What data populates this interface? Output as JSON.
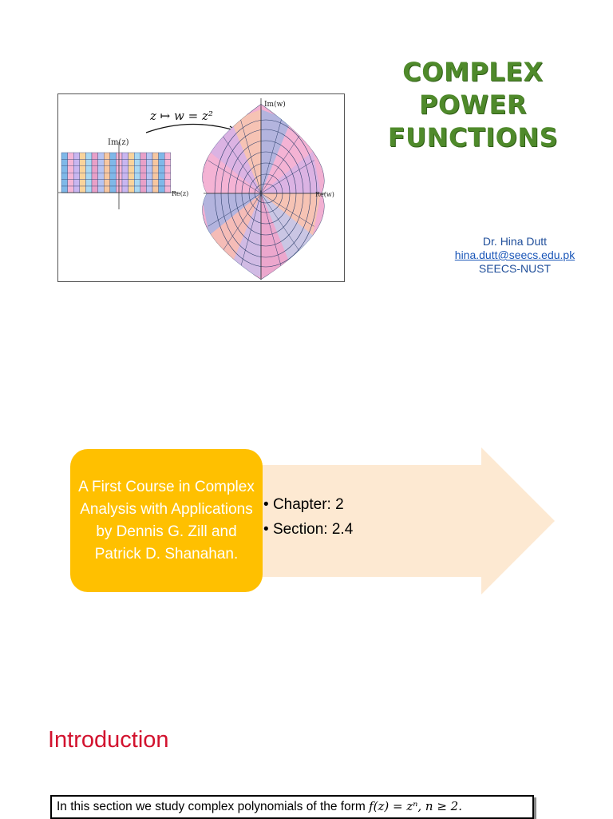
{
  "slide": {
    "title_lines": [
      "COMPLEX",
      "POWER",
      "FUNCTIONS"
    ],
    "author": {
      "name": "Dr. Hina Dutt",
      "email": "hina.dutt@seecs.edu.pk",
      "affiliation": "SEECS-NUST"
    },
    "figure": {
      "mapping_label": "z ↦ w = z²",
      "im_z_label": "Im(z)",
      "re_z_label": "Re(z)",
      "im_w_label": "Im(w)",
      "re_w_label": "Re(w)"
    },
    "book": {
      "text": "A First Course in Complex Analysis with Applications by Dennis G. Zill and Patrick D. Shanahan.",
      "chapter": "Chapter: 2",
      "section": "Section: 2.4"
    },
    "intro_heading": "Introduction",
    "intro_text": {
      "prefix": "In this section we study complex polynomials of the form ",
      "formula": "f(z) = zⁿ,  n ≥ 2."
    },
    "colors": {
      "title_green": "#4f8a2b",
      "book_box": "#ffc000",
      "arrow_fill": "#fde9d2",
      "intro_red": "#d2122e",
      "link_blue": "#1a56b8"
    }
  }
}
